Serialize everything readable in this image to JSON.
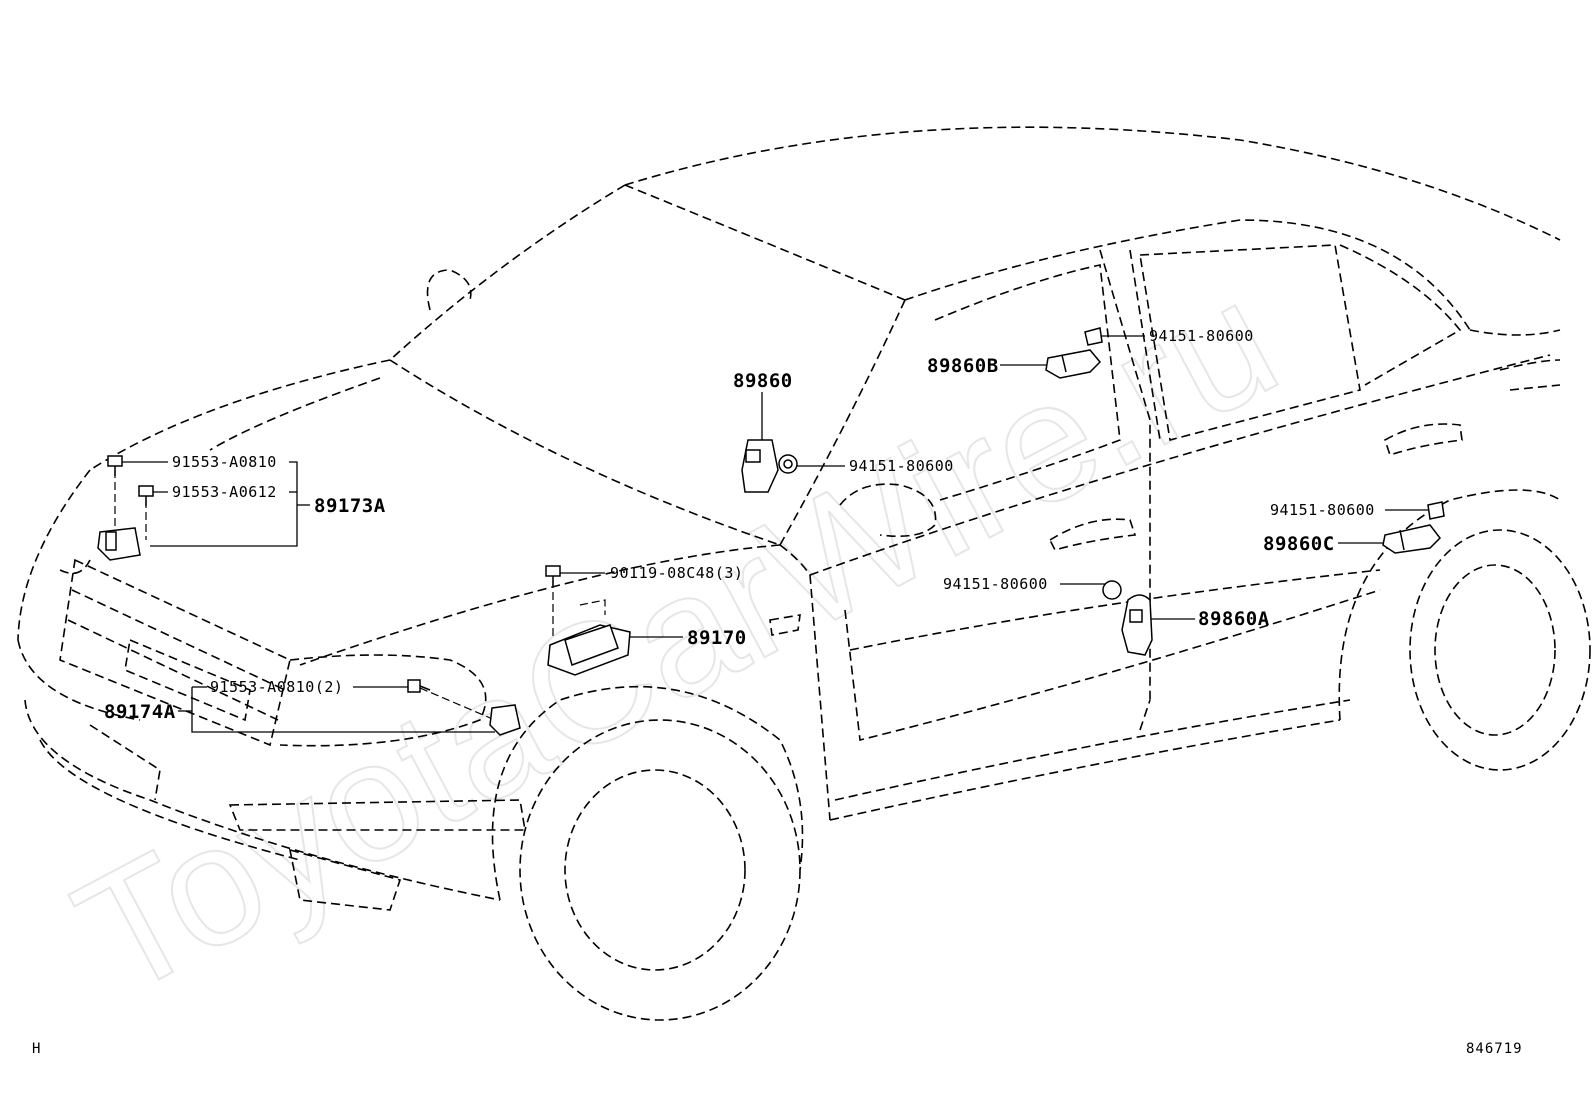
{
  "diagram": {
    "corner_left": "H",
    "corner_right": "846719",
    "watermark": "ToyotaCarWire.ru",
    "parts": {
      "p89860": "89860",
      "p89860B": "89860B",
      "p89860C": "89860C",
      "p89860A": "89860A",
      "p89170": "89170",
      "p89173A": "89173A",
      "p89174A": "89174A"
    },
    "fasteners": {
      "f94151_top": "94151-80600",
      "f94151_mid": "94151-80600",
      "f94151_right": "94151-80600",
      "f94151_lower": "94151-80600",
      "f91553_a0810": "91553-A0810",
      "f91553_a0612": "91553-A0612",
      "f90119": "90119-08C48(3)",
      "f91553_a0810_2": "91553-A0810(2)"
    }
  }
}
